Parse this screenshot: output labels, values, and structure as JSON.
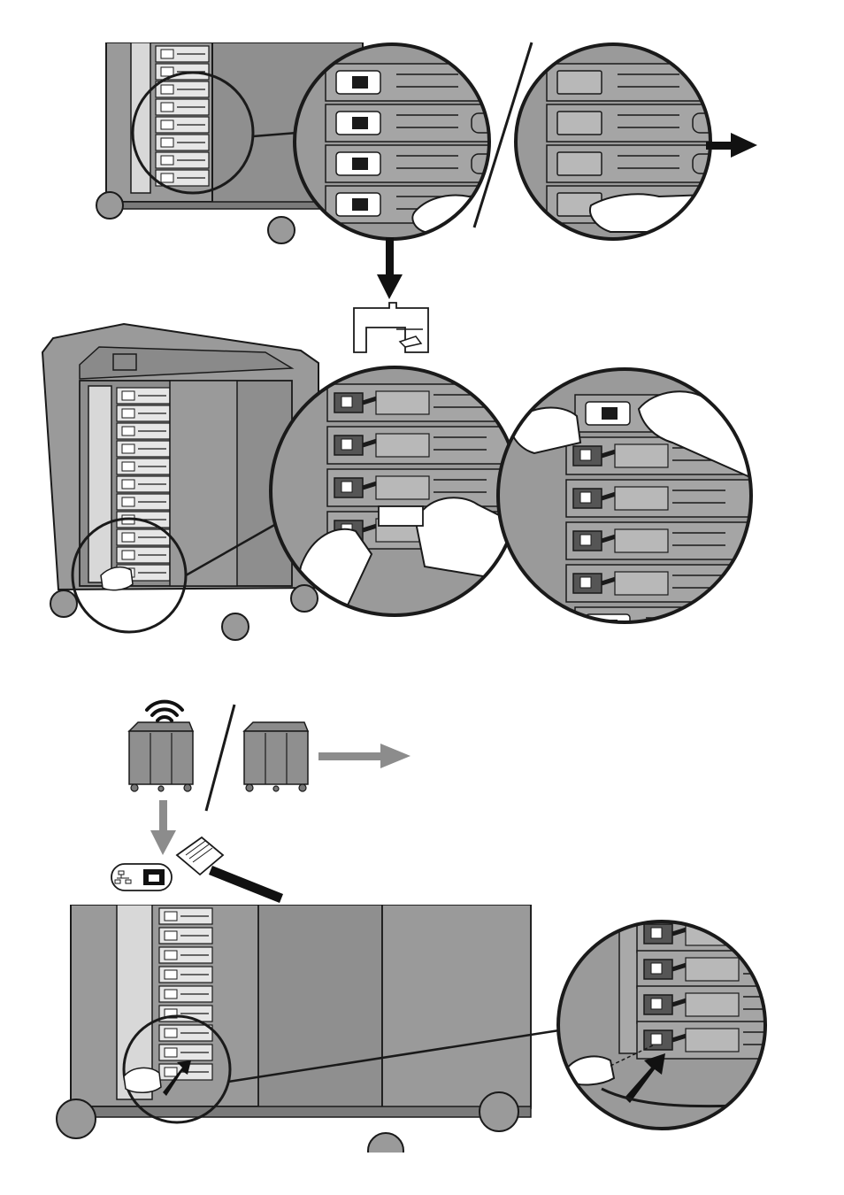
{
  "document": {
    "type": "instruction-illustration",
    "panels": [
      {
        "id": "top",
        "description_text": ""
      },
      {
        "id": "middle",
        "description_text": ""
      },
      {
        "id": "bottom",
        "description_text": ""
      }
    ],
    "icons": {
      "wifi": "wifi-icon",
      "network_port": "network-port-icon",
      "ethernet_plug": "ethernet-plug-icon",
      "port_cover": "port-cover-icon"
    },
    "colors": {
      "cabinet": "#9a9a9a",
      "cabinet_dark": "#6f6f6f",
      "outline": "#1a1a1a",
      "panel_light": "#d8d8d8",
      "arrow_gray": "#8c8c8c",
      "arrow_black": "#111111"
    }
  }
}
